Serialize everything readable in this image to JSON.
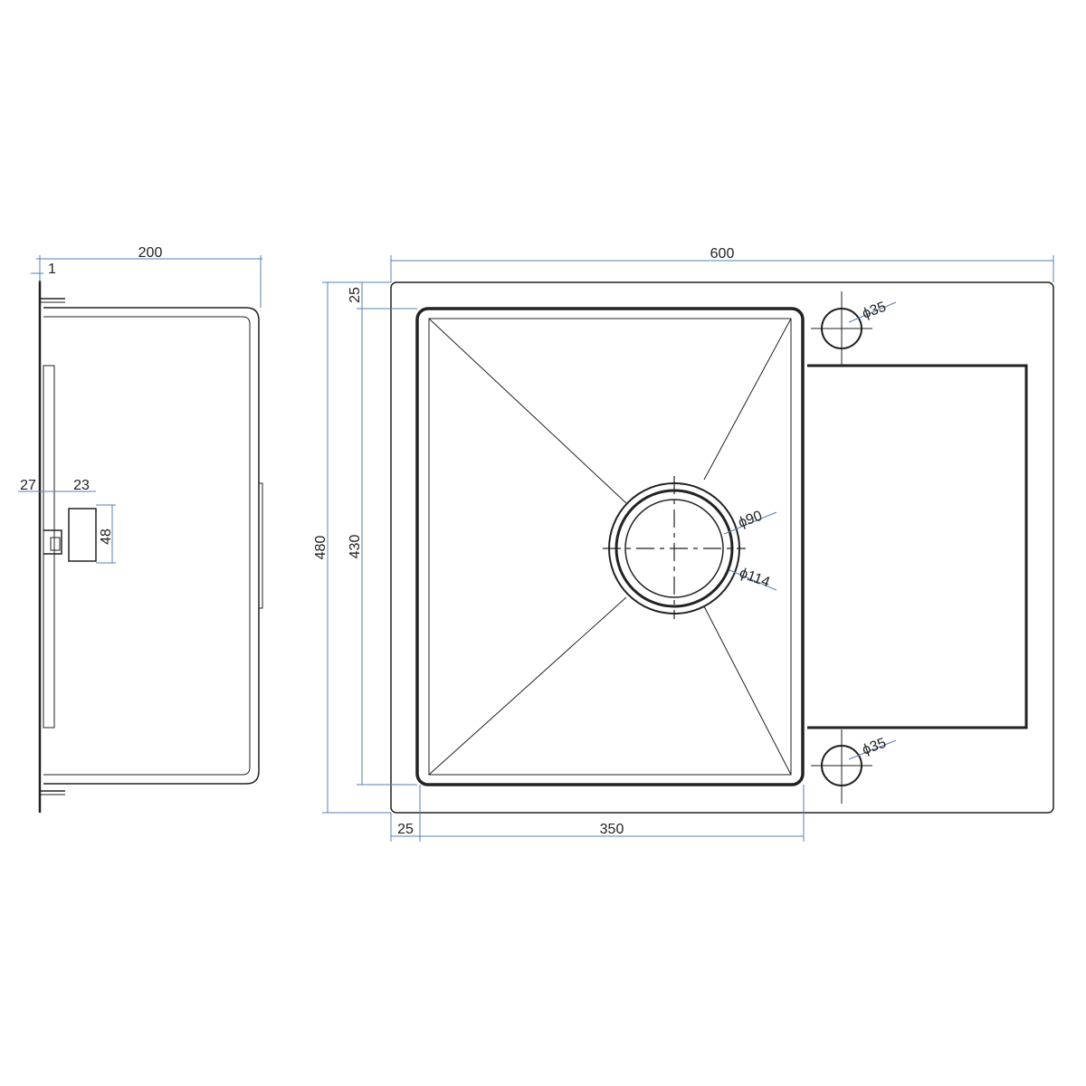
{
  "side_view": {
    "dim_width": "200",
    "dim_wall": "1",
    "dim_overflow_offset": "27",
    "dim_overflow_width": "23",
    "dim_overflow_height": "48"
  },
  "top_view": {
    "dim_total_width": "600",
    "dim_total_depth": "480",
    "dim_bowl_depth": "430",
    "dim_top_margin": "25",
    "dim_left_margin": "25",
    "dim_bowl_width": "350",
    "dim_tap_hole_top": "ϕ35",
    "dim_tap_hole_bottom": "ϕ35",
    "dim_drain_inner": "ϕ90",
    "dim_drain_outer": "ϕ114"
  },
  "colors": {
    "line": "#222222",
    "dimension": "#5a7fb5"
  }
}
